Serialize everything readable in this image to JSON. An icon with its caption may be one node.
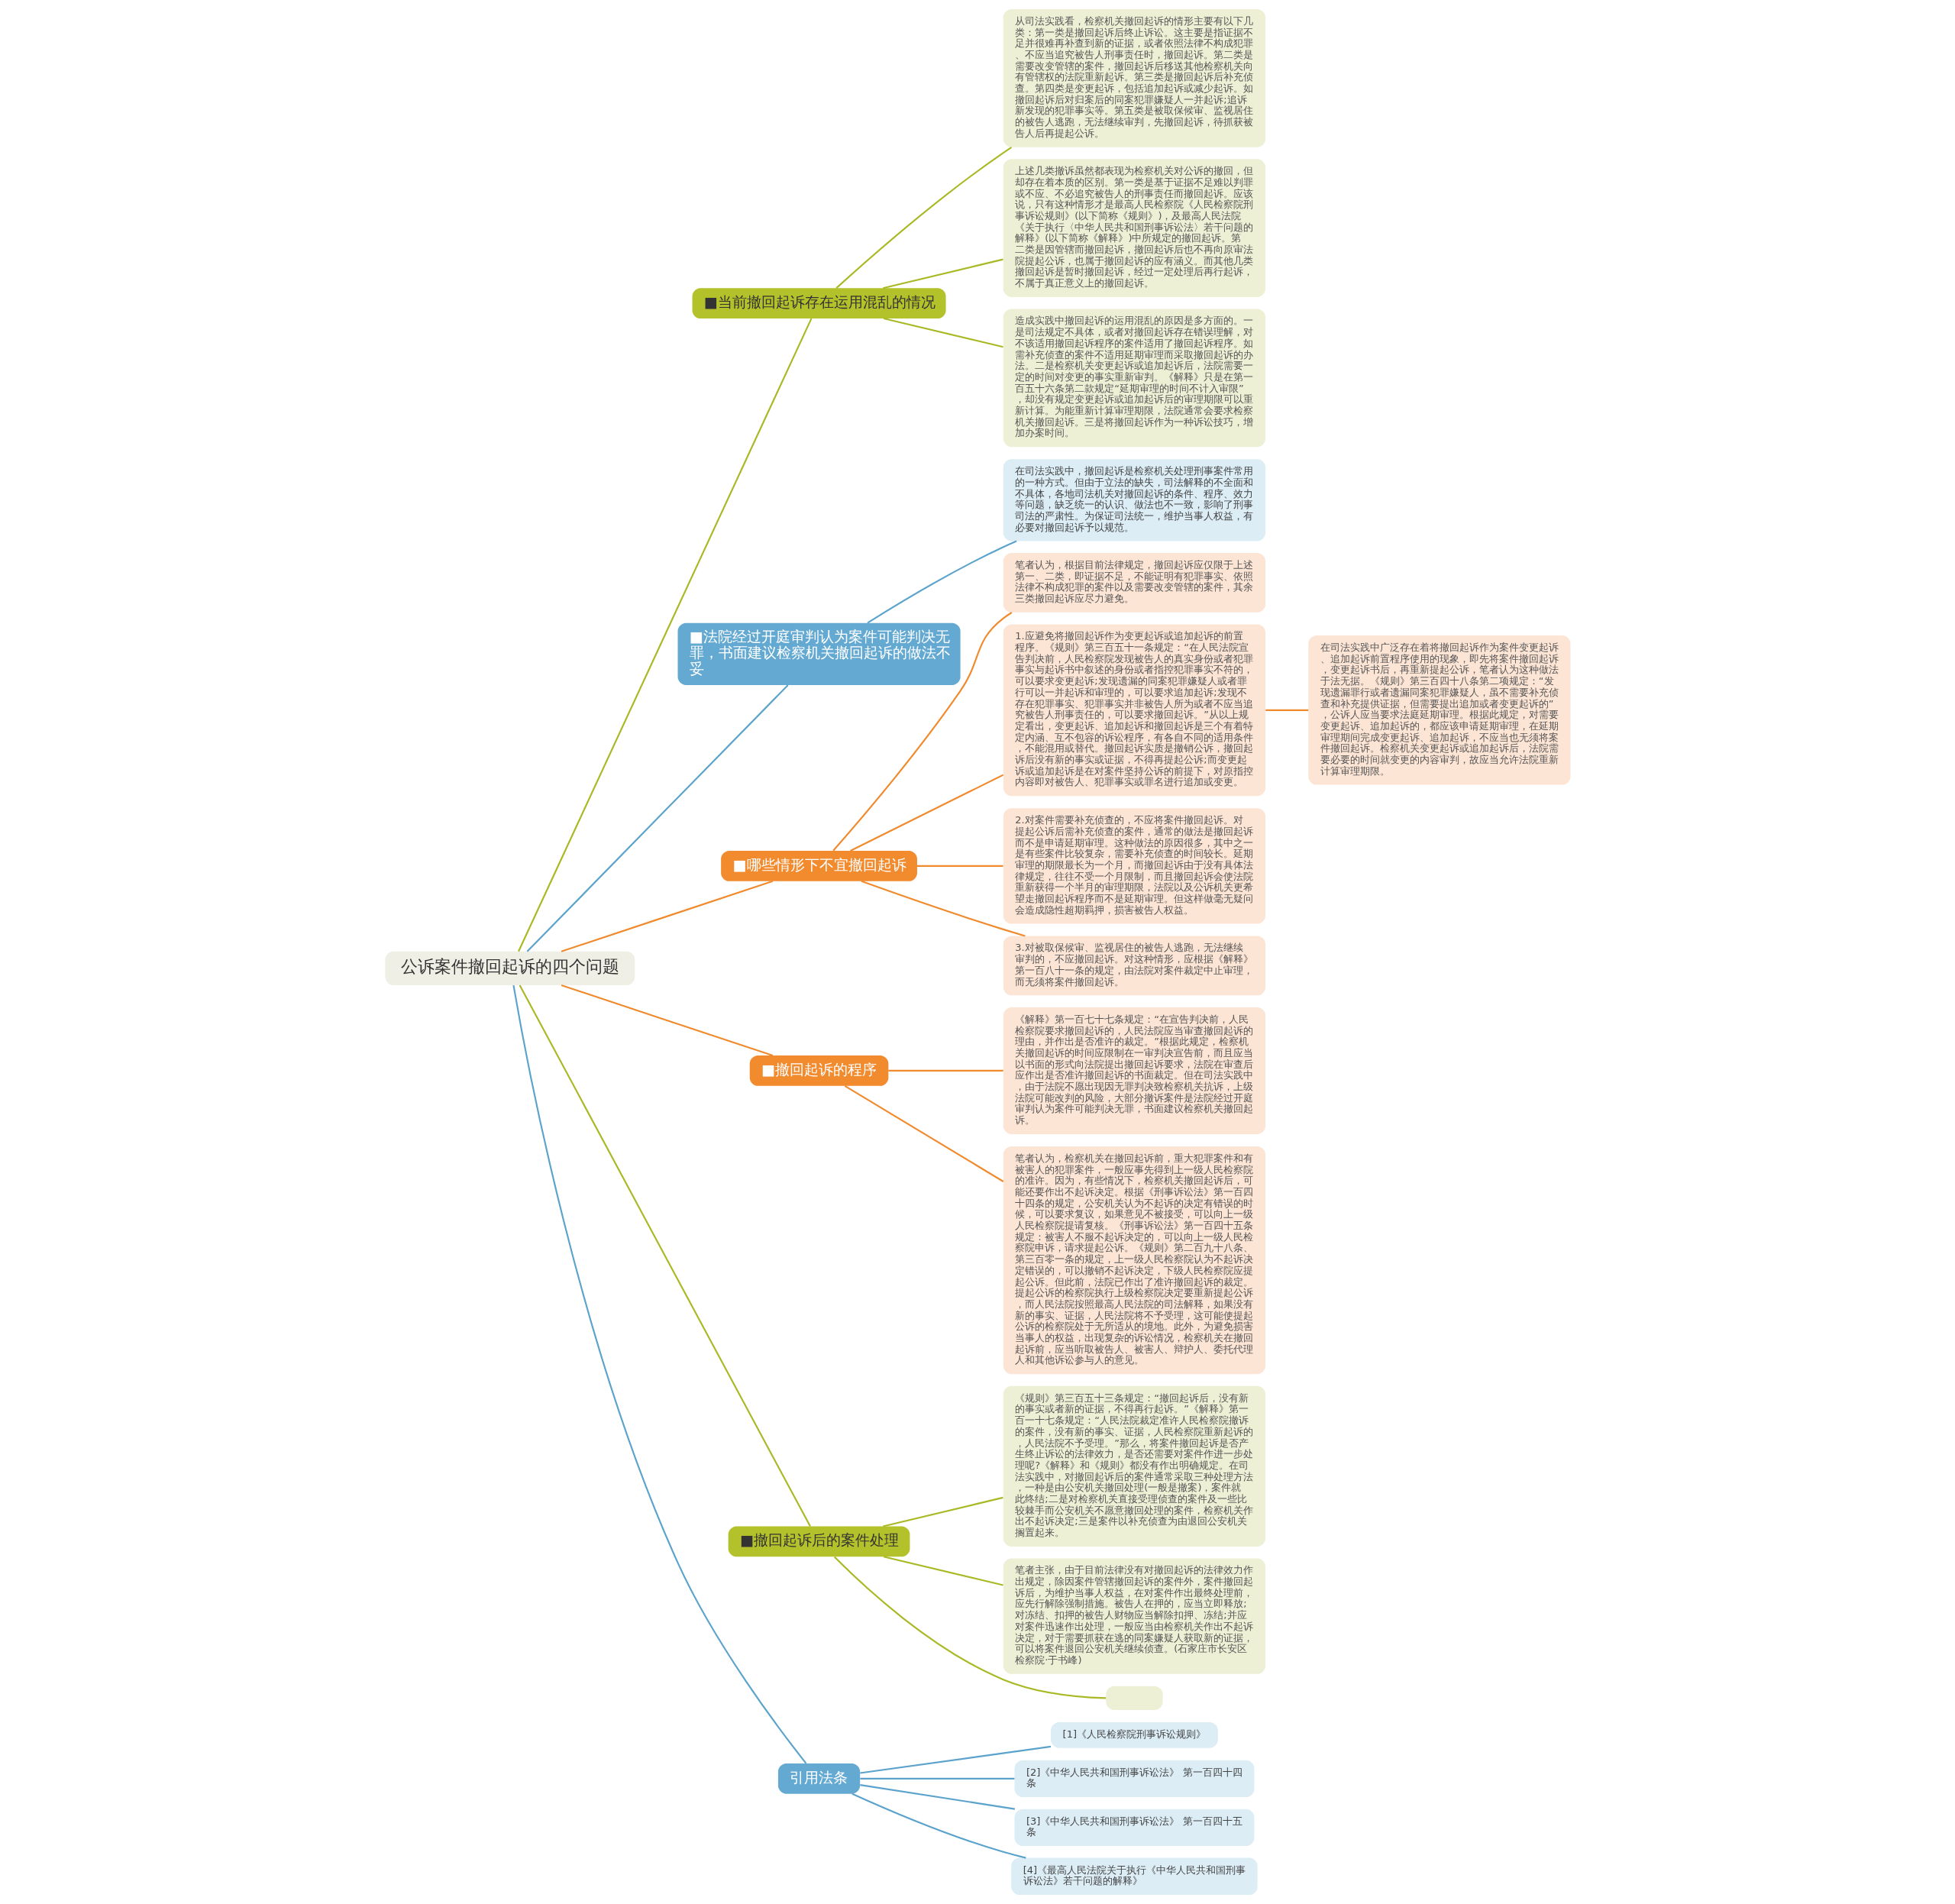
{
  "diagram": {
    "nodes": [
      {
        "text": [
          "公诉案件撤回起诉的四个问题"
        ]
      },
      {
        "text": [
          "■当前撤回起诉存在运用混乱的情况"
        ]
      },
      {
        "text": [
          "从司法实践看，检察机关撤回起诉的情形主要有以下几类：第一类是撤回起诉后终止诉讼。这主要是指证据不足并很难再补查到新的证据，或者依照法律不构成犯罪、不应当追究被告人刑事责任时，撤回起诉。第二类是需要改变管辖的案件，撤回起诉后移送其他检察机关向有管辖权的法院重新起诉。第三类是撤回起诉后补充侦查。第四类是变更起诉，包括追加起诉或减少起诉。如撤回起诉后对归案后的同案犯罪嫌疑人一并起诉;追诉新发现的犯罪事实等。第五类是被取保候审、监视居住的被告人逃跑，无法继续审判，先撤回起诉，待抓获被告人后再提起公诉。"
        ]
      },
      {
        "text": [
          "上述几类撤诉虽然都表现为检察机关对公诉的撤回，但却存在着本质的区别。第一类是基于证据不足难以判罪或不应、不必追究被告人的刑事责任而撤回起诉。应该说，只有这种情形才是最高人民检察院《人民检察院刑事诉讼规则》(以下简称《规则》)，及最高人民法院《关于执行〈中华人民共和国刑事诉讼法〉若干问题的解释》(以下简称《解释》)中所规定的撤回起诉。第二类是因管辖而撤回起诉，撤回起诉后也不再向原审法院提起公诉，也属于撤回起诉的应有涵义。而其他几类撤回起诉是暂时撤回起诉，经过一定处理后再行起诉，不属于真正意义上的撤回起诉。"
        ]
      },
      {
        "text": [
          "造成实践中撤回起诉的运用混乱的原因是多方面的。一是司法规定不具体，或者对撤回起诉存在错误理解，对不该适用撤回起诉程序的案件适用了撤回起诉程序。如需补充侦查的案件不适用延期审理而采取撤回起诉的办法。二是检察机关变更起诉或追加起诉后，法院需要一定的时间对变更的事实重新审判。《解释》只是在第一百五十六条第二款规定“延期审理的时间不计入审限”，却没有规定变更起诉或追加起诉后的审理期限可以重新计算。为能重新计算审理期限，法院通常会要求检察机关撤回起诉。三是将撤回起诉作为一种诉讼技巧，增加办案时间。"
        ]
      },
      {
        "text": [
          "■法院经过开庭审判认为案件可能判决无罪，书面建议检察机关撤回起诉的做法不妥"
        ]
      },
      {
        "text": [
          "在司法实践中，撤回起诉是检察机关处理刑事案件常用的一种方式。但由于立法的缺失，司法解释的不全面和不具体，各地司法机关对撤回起诉的条件、程序、效力等问题，缺乏统一的认识、做法也不一致，影响了刑事司法的严肃性。为保证司法统一，维护当事人权益，有必要对撤回起诉予以规范。"
        ]
      },
      {
        "text": [
          "■哪些情形下不宜撤回起诉"
        ]
      },
      {
        "text": [
          "笔者认为，根据目前法律规定，撤回起诉应仅限于上述第一、二类，即证据不足，不能证明有犯罪事实、依照法律不构成犯罪的案件以及需要改变管辖的案件，其余三类撤回起诉应尽力避免。"
        ]
      },
      {
        "text": [
          "1.应避免将撤回起诉作为变更起诉或追加起诉的前置程序。《规则》第三百五十一条规定：“在人民法院宣告判决前，人民检察院发现被告人的真实身份或者犯罪事实与起诉书中叙述的身份或者指控犯罪事实不符的，可以要求变更起诉;发现遗漏的同案犯罪嫌疑人或者罪行可以一并起诉和审理的，可以要求追加起诉;发现不存在犯罪事实、犯罪事实并非被告人所为或者不应当追究被告人刑事责任的，可以要求撤回起诉。”从以上规定看出，变更起诉、追加起诉和撤回起诉是三个有着特定内涵、互不包容的诉讼程序，有各自不同的适用条件，不能混用或替代。撤回起诉实质是撤销公诉，撤回起诉后没有新的事实或证据，不得再提起公诉;而变更起诉或追加起诉是在对案件坚持公诉的前提下，对原指控内容即对被告人、犯罪事实或罪名进行追加或变更。"
        ]
      },
      {
        "text": [
          "在司法实践中广泛存在着将撤回起诉作为案件变更起诉、追加起诉前置程序使用的现象，即先将案件撤回起诉，变更起诉书后，再重新提起公诉，笔者认为这种做法于法无据。《规则》第三百四十八条第二项规定：“发现遗漏罪行或者遗漏同案犯罪嫌疑人，虽不需要补充侦查和补充提供证据，但需要提出追加或者变更起诉的”，公诉人应当要求法庭延期审理。根据此规定，对需要变更起诉、追加起诉的，都应该申请延期审理，在延期审理期间完成变更起诉、追加起诉，不应当也无须将案件撤回起诉。检察机关变更起诉或追加起诉后，法院需要必要的时间就变更的内容审判，故应当允许法院重新计算审理期限。"
        ]
      },
      {
        "text": [
          "2.对案件需要补充侦查的，不应将案件撤回起诉。对提起公诉后需补充侦查的案件，通常的做法是撤回起诉而不是申请延期审理。这种做法的原因很多，其中之一是有些案件比较复杂，需要补充侦查的时间较长。延期审理的期限最长为一个月，而撤回起诉由于没有具体法律规定，往往不受一个月限制，而且撤回起诉会使法院重新获得一个半月的审理期限，法院以及公诉机关更希望走撤回起诉程序而不是延期审理。但这样做毫无疑问会造成隐性超期羁押，损害被告人权益。"
        ]
      },
      {
        "text": [
          "3.对被取保候审、监视居住的被告人逃跑，无法继续审判的，不应撤回起诉。对这种情形，应根据《解释》第一百八十一条的规定，由法院对案件裁定中止审理，而无须将案件撤回起诉。"
        ]
      },
      {
        "text": [
          "■撤回起诉的程序"
        ]
      },
      {
        "text": [
          "《解释》第一百七十七条规定：“在宣告判决前，人民检察院要求撤回起诉的，人民法院应当审查撤回起诉的理由，并作出是否准许的裁定。”根据此规定，检察机关撤回起诉的时间应限制在一审判决宣告前，而且应当以书面的形式向法院提出撤回起诉要求，法院在审查后应作出是否准许撤回起诉的书面裁定。但在司法实践中，由于法院不愿出现因无罪判决致检察机关抗诉，上级法院可能改判的风险，大部分撤诉案件是法院经过开庭审判认为案件可能判决无罪，书面建议检察机关撤回起诉。"
        ]
      },
      {
        "text": [
          "笔者认为，检察机关在撤回起诉前，重大犯罪案件和有被害人的犯罪案件，一般应事先得到上一级人民检察院的准许。因为，有些情况下，检察机关撤回起诉后，可能还要作出不起诉决定。根据《刑事诉讼法》第一百四十四条的规定，公安机关认为不起诉的决定有错误的时候，可以要求复议，如果意见不被接受，可以向上一级人民检察院提请复核。《刑事诉讼法》第一百四十五条规定：被害人不服不起诉决定的，可以向上一级人民检察院申诉，请求提起公诉。《规则》第二百九十八条、第三百零一条的规定，上一级人民检察院认为不起诉决定错误的，可以撤销不起诉决定，下级人民检察院应提起公诉。但此前，法院已作出了准许撤回起诉的裁定。提起公诉的检察院执行上级检察院决定要重新提起公诉，而人民法院按照最高人民法院的司法解释，如果没有新的事实、证据，人民法院将不予受理，这可能使提起公诉的检察院处于无所适从的境地。此外，为避免损害当事人的权益，出现复杂的诉讼情况，检察机关在撤回起诉前，应当听取被告人、被害人、辩护人、委托代理人和其他诉讼参与人的意见。"
        ]
      },
      {
        "text": [
          "■撤回起诉后的案件处理"
        ]
      },
      {
        "text": [
          "《规则》第三百五十三条规定：“撤回起诉后，没有新的事实或者新的证据，不得再行起诉。”《解释》第一百一十七条规定：“人民法院裁定准许人民检察院撤诉的案件，没有新的事实、证据，人民检察院重新起诉的，人民法院不予受理。”那么，将案件撤回起诉是否产生终止诉讼的法律效力，是否还需要对案件作进一步处理呢?《解释》和《规则》都没有作出明确规定。在司法实践中，对撤回起诉后的案件通常采取三种处理方法，一种是由公安机关撤回处理(一般是撤案)，案件就此终结;二是对检察机关直接受理侦查的案件及一些比较棘手而公安机关不愿意撤回处理的案件，检察机关作出不起诉决定;三是案件以补充侦查为由退回公安机关搁置起来。"
        ]
      },
      {
        "text": [
          "笔者主张，由于目前法律没有对撤回起诉的法律效力作出规定，除因案件管辖撤回起诉的案件外，案件撤回起诉后，为维护当事人权益，在对案件作出最终处理前，应先行解除强制措施。被告人在押的，应当立即释放;对冻结、扣押的被告人财物应当解除扣押、冻结;并应对案件迅速作出处理，一般应当由检察机关作出不起诉决定，对于需要抓获在逃的同案嫌疑人获取新的证据，可以将案件退回公安机关继续侦查。(石家庄市长安区检察院·于书峰)"
        ]
      },
      {
        "text": [],
        "shape": "box"
      },
      {
        "text": [
          "引用法条"
        ]
      },
      {
        "text": [
          "[1]《人民检察院刑事诉讼规则》"
        ]
      },
      {
        "text": [
          "[2]《中华人民共和国刑事诉讼法》 第一百四十四条"
        ]
      },
      {
        "text": [
          "[3]《中华人民共和国刑事诉讼法》 第一百四十五条"
        ]
      },
      {
        "text": [
          "[4]《最高人民法院关于执行《中华人民共和国刑事诉讼法》若干问题的解释》"
        ]
      }
    ],
    "edges": [
      {
        "from": 0,
        "to": 1,
        "arrow": "none",
        "color": "#a9b924"
      },
      {
        "from": 1,
        "to": 2,
        "arrow": "none",
        "color": "#a9b924"
      },
      {
        "from": 1,
        "to": 3,
        "arrow": "none",
        "color": "#a9b924"
      },
      {
        "from": 1,
        "to": 4,
        "arrow": "none",
        "color": "#a9b924"
      },
      {
        "from": 0,
        "to": 5,
        "arrow": "none",
        "color": "#5ba3cc"
      },
      {
        "from": 5,
        "to": 6,
        "arrow": "none",
        "color": "#5ba3cc"
      },
      {
        "from": 0,
        "to": 7,
        "arrow": "none"
      },
      {
        "from": 7,
        "to": 8,
        "arrow": "none"
      },
      {
        "from": 7,
        "to": 9,
        "arrow": "none"
      },
      {
        "from": 9,
        "to": 10,
        "arrow": "none"
      },
      {
        "from": 7,
        "to": 11,
        "arrow": "none"
      },
      {
        "from": 7,
        "to": 12,
        "arrow": "none"
      },
      {
        "from": 0,
        "to": 13,
        "arrow": "none"
      },
      {
        "from": 13,
        "to": 14,
        "arrow": "none"
      },
      {
        "from": 13,
        "to": 15,
        "arrow": "none"
      },
      {
        "from": 0,
        "to": 16,
        "arrow": "none",
        "color": "#a9b924"
      },
      {
        "from": 16,
        "to": 17,
        "arrow": "none",
        "color": "#a9b924"
      },
      {
        "from": 16,
        "to": 18,
        "arrow": "none",
        "color": "#a9b924"
      },
      {
        "from": 16,
        "to": 19,
        "arrow": "none",
        "color": "#a9b924"
      },
      {
        "from": 0,
        "to": 20,
        "arrow": "none",
        "color": "#5ba3cc"
      },
      {
        "from": 20,
        "to": 21,
        "arrow": "none",
        "color": "#5ba3cc"
      },
      {
        "from": 20,
        "to": 22,
        "arrow": "none",
        "color": "#5ba3cc"
      },
      {
        "from": 20,
        "to": 23,
        "arrow": "none",
        "color": "#5ba3cc"
      },
      {
        "from": 20,
        "to": 24,
        "arrow": "none",
        "color": "#5ba3cc"
      }
    ]
  }
}
